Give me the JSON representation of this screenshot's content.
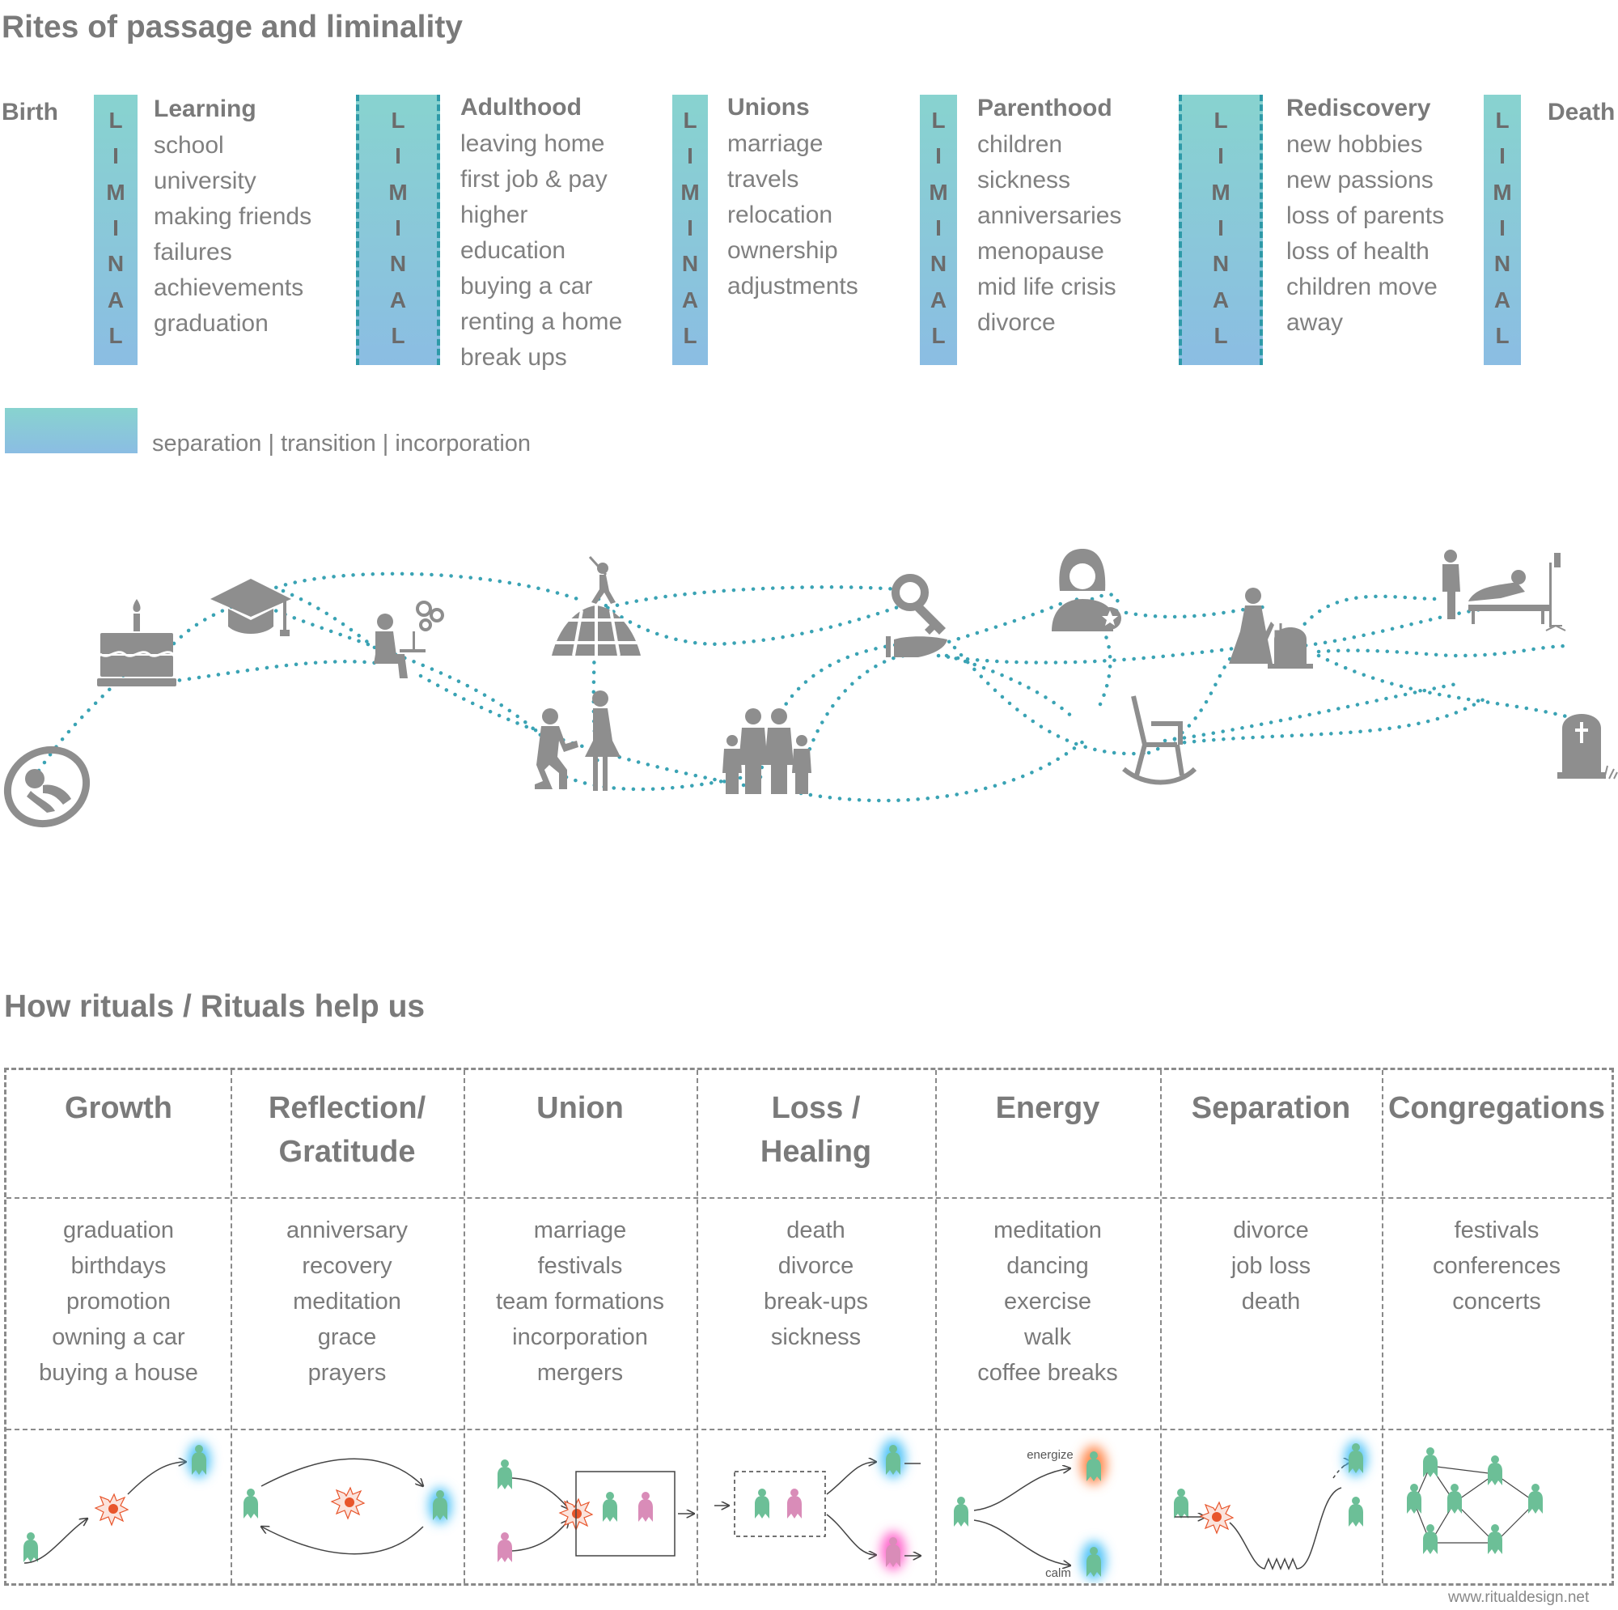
{
  "section1": {
    "title": "Rites of passage and liminality",
    "start_label": "Birth",
    "end_label": "Death",
    "liminal_letters": [
      "L",
      "I",
      "M",
      "I",
      "N",
      "A",
      "L"
    ],
    "phases": [
      {
        "title": "Learning",
        "items": [
          "school",
          "university",
          "making friends",
          "failures",
          "achievements",
          "graduation"
        ]
      },
      {
        "title": "Adulthood",
        "items": [
          "leaving home",
          "first job & pay",
          "higher",
          "education",
          "buying a car",
          "renting a home",
          "break ups"
        ]
      },
      {
        "title": "Unions",
        "items": [
          "marriage",
          "travels",
          "relocation",
          "ownership",
          "adjustments"
        ]
      },
      {
        "title": "Parenthood",
        "items": [
          "children",
          "sickness",
          "anniversaries",
          "menopause",
          "mid life crisis",
          "divorce"
        ]
      },
      {
        "title": "Rediscovery",
        "items": [
          "new hobbies",
          "new passions",
          "loss of parents",
          "loss of health",
          "children move",
          "away"
        ]
      }
    ],
    "legend": "separation | transition | incorporation"
  },
  "journey": {
    "icons": [
      "baby-icon",
      "birthday-cake-icon",
      "graduation-cap-icon",
      "worker-at-desk-icon",
      "climber-on-summit-icon",
      "proposal-icon",
      "family-icon",
      "house-key-icon",
      "mother-icon",
      "rocking-chair-icon",
      "mourner-at-grave-icon",
      "hospital-bed-icon",
      "tombstone-icon"
    ],
    "path_color": "#3aa3b4"
  },
  "section2": {
    "title": "How rituals / Rituals help us",
    "columns": [
      {
        "heading": [
          "Growth"
        ],
        "items": [
          "graduation",
          "birthdays",
          "promotion",
          "owning a car",
          "buying a house"
        ]
      },
      {
        "heading": [
          "Reflection/",
          "Gratitude"
        ],
        "items": [
          "anniversary",
          "recovery",
          "meditation",
          "grace",
          "prayers"
        ]
      },
      {
        "heading": [
          "Union"
        ],
        "items": [
          "marriage",
          "festivals",
          "team formations",
          "incorporation",
          "mergers"
        ]
      },
      {
        "heading": [
          "Loss /",
          "Healing"
        ],
        "items": [
          "death",
          "divorce",
          "break-ups",
          "sickness"
        ]
      },
      {
        "heading": [
          "Energy"
        ],
        "items": [
          "meditation",
          "dancing",
          "exercise",
          "walk",
          "coffee breaks"
        ]
      },
      {
        "heading": [
          "Separation"
        ],
        "items": [
          "divorce",
          "job loss",
          "death"
        ]
      },
      {
        "heading": [
          "Congregations"
        ],
        "items": [
          "festivals",
          "conferences",
          "concerts"
        ]
      }
    ],
    "diagram_labels": {
      "energize": "energize",
      "calm": "calm"
    }
  },
  "credit": "www.ritualdesign.net",
  "colors": {
    "green": "#6cbf97",
    "pink": "#d98cb8",
    "spark": "#e8552b",
    "glow_blue": "#4fc3f7",
    "glow_orange": "#ff8a50",
    "glow_pink": "#ff66cc",
    "bar_top": "#88d3cf",
    "bar_bottom": "#8bbde3"
  }
}
